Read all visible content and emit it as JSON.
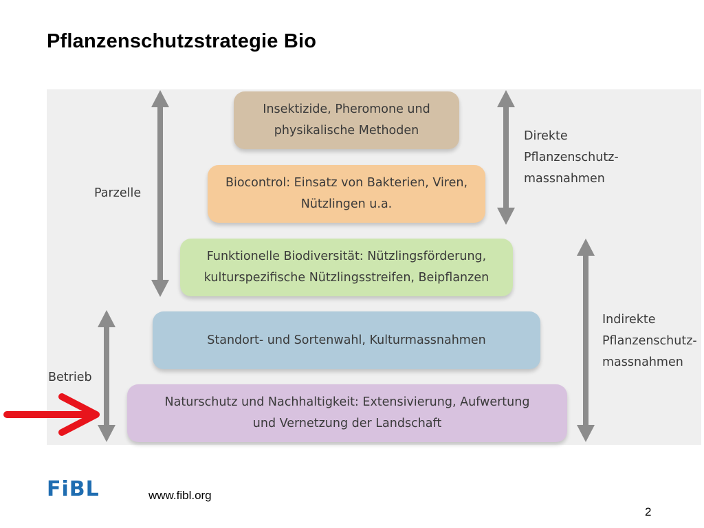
{
  "slide": {
    "title": "Pflanzenschutzstrategie Bio",
    "page_number": "2"
  },
  "diagram": {
    "levels": [
      {
        "label": "Insektizide, Pheromone und\nphysikalische Methoden",
        "color": "#d3c0a6"
      },
      {
        "label": "Biocontrol: Einsatz von Bakterien, Viren,\nNützlingen u.a.",
        "color": "#f6cb99"
      },
      {
        "label": "Funktionelle Biodiversität: Nützlingsförderung,\nkulturspezifische Nützlingsstreifen, Beipflanzen",
        "color": "#cde6af"
      },
      {
        "label": "Standort- und Sortenwahl, Kulturmassnahmen",
        "color": "#b0cbdb"
      },
      {
        "label": "Naturschutz und Nachhaltigkeit: Extensivierung, Aufwertung\nund Vernetzung der Landschaft",
        "color": "#d8c2df"
      }
    ],
    "left_labels": {
      "parzelle": "Parzelle",
      "betrieb": "Betrieb"
    },
    "right_labels": {
      "direkte": "Direkte\nPflanzenschutz-\nmassnahmen",
      "indirekte": "Indirekte\nPflanzenschutz-\nmassnahmen"
    },
    "arrow_color": "#8c8c8c",
    "highlight_arrow_color": "#e8141c"
  },
  "footer": {
    "logo_text": "FiBL",
    "url": "www.fibl.org",
    "brand_color": "#1f6db1"
  }
}
